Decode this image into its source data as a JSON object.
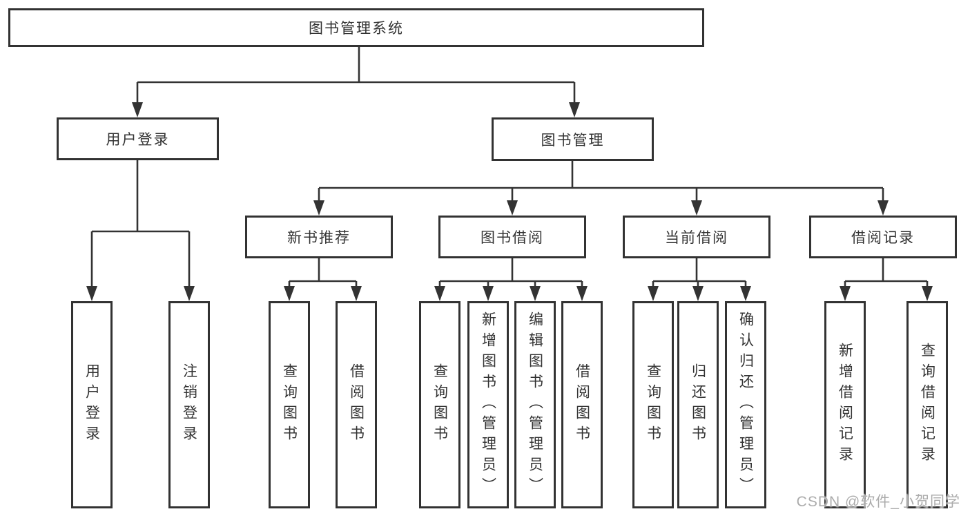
{
  "colors": {
    "line": "#333333",
    "box_border": "#323232",
    "text": "#333333",
    "watermark_text": "#ababab",
    "background": "#ffffff"
  },
  "tree": {
    "root": {
      "label": "图书管理系统"
    },
    "branches": [
      {
        "label": "用户登录",
        "leaves": [
          {
            "label": "用户登录"
          },
          {
            "label": "注销登录"
          }
        ]
      },
      {
        "label": "图书管理",
        "sections": [
          {
            "label": "新书推荐",
            "leaves": [
              {
                "label": "查询图书"
              },
              {
                "label": "借阅图书"
              }
            ]
          },
          {
            "label": "图书借阅",
            "leaves": [
              {
                "label": "查询图书"
              },
              {
                "label": "新增图书（管理员）"
              },
              {
                "label": "编辑图书（管理员）"
              },
              {
                "label": "借阅图书"
              }
            ]
          },
          {
            "label": "当前借阅",
            "leaves": [
              {
                "label": "查询图书"
              },
              {
                "label": "归还图书"
              },
              {
                "label": "确认归还（管理员）"
              }
            ]
          },
          {
            "label": "借阅记录",
            "leaves": [
              {
                "label": "新增借阅记录"
              },
              {
                "label": "查询借阅记录"
              }
            ]
          }
        ]
      }
    ]
  },
  "watermark": {
    "text": "CSDN @软件_小贺同学"
  }
}
